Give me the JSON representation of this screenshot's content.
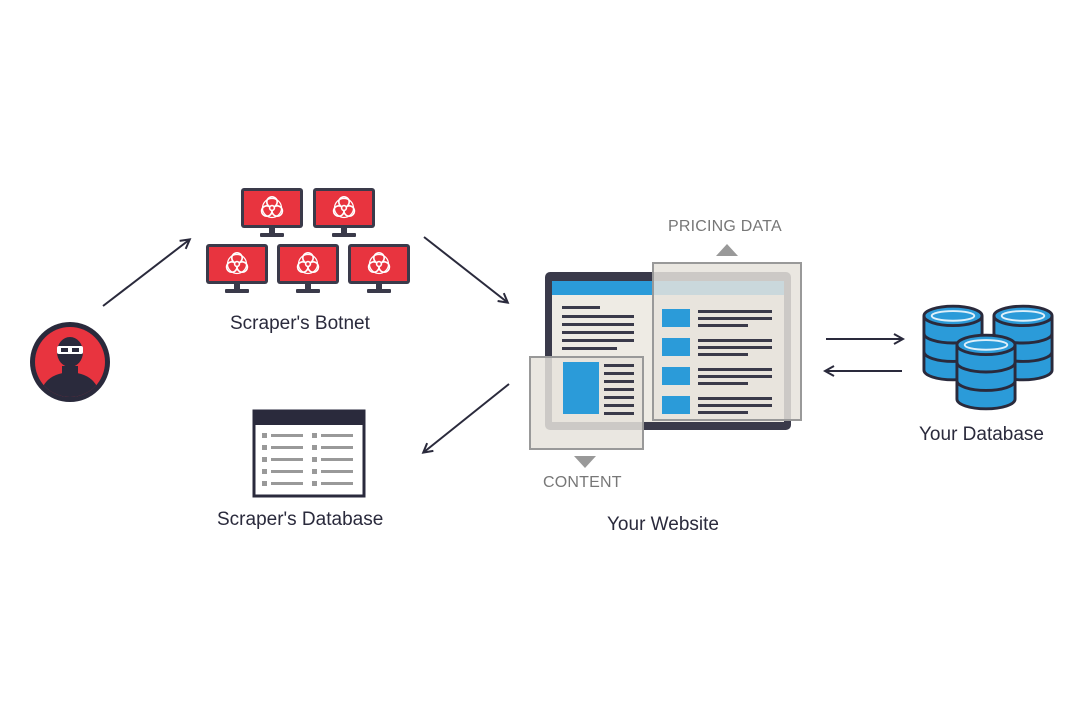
{
  "labels": {
    "botnet": "Scraper's Botnet",
    "scraper_db": "Scraper's Database",
    "website": "Your Website",
    "your_db": "Your Database",
    "pricing": "PRICING DATA",
    "content": "CONTENT"
  },
  "icons": {
    "attacker": "masked-hacker-icon",
    "botnet_monitor": "biohazard-monitor-icon",
    "scraper_db": "spreadsheet-window-icon",
    "website": "browser-window-icon",
    "your_db": "database-cylinder-icon"
  },
  "colors": {
    "red": "#e8343f",
    "dark": "#3a3a4a",
    "navy": "#2a2a3c",
    "blue": "#2b9bd9",
    "gray": "#999999",
    "panel": "#e6e3dc"
  }
}
